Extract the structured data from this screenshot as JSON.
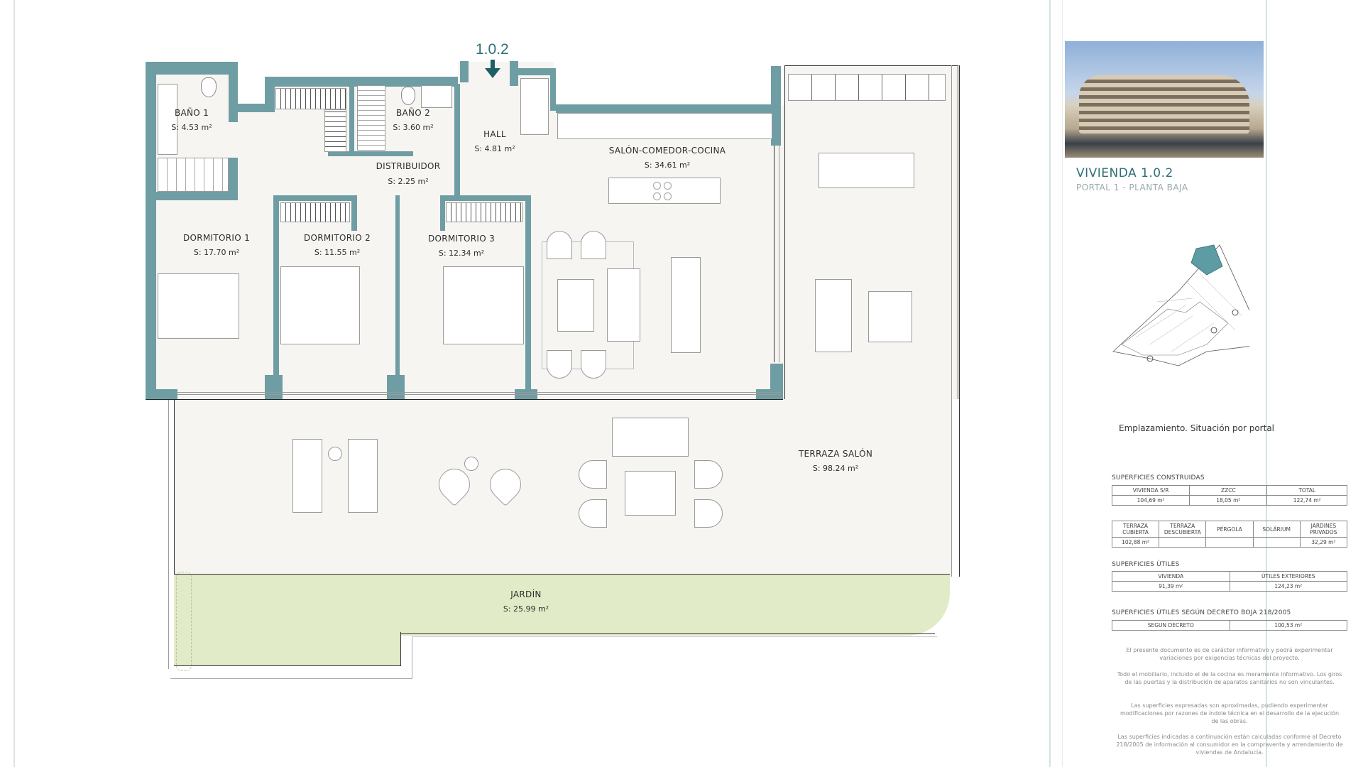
{
  "unit_marker": {
    "label": "1.0.2",
    "color": "#1f5f66"
  },
  "colors": {
    "wall": "#6e9ea3",
    "floor": "#f7f5f2",
    "garden": "#e2ebc7",
    "accent": "#2f6f77"
  },
  "rooms": [
    {
      "id": "bano1",
      "name": "BAÑO 1",
      "area": "S:  4.53  m²"
    },
    {
      "id": "bano2",
      "name": "BAÑO 2",
      "area": "S:  3.60  m²"
    },
    {
      "id": "hall",
      "name": "HALL",
      "area": "S:  4.81  m²"
    },
    {
      "id": "distribuidor",
      "name": "DISTRIBUIDOR",
      "area": "S:  2.25  m²"
    },
    {
      "id": "salon",
      "name": "SALÓN-COMEDOR-COCINA",
      "area": "S: 34.61  m²"
    },
    {
      "id": "dorm1",
      "name": "DORMITORIO 1",
      "area": "S: 17.70  m²"
    },
    {
      "id": "dorm2",
      "name": "DORMITORIO 2",
      "area": "S: 11.55  m²"
    },
    {
      "id": "dorm3",
      "name": "DORMITORIO 3",
      "area": "S: 12.34  m²"
    },
    {
      "id": "terraza",
      "name": "TERRAZA SALÓN",
      "area": "S: 98.24  m²"
    },
    {
      "id": "jardin",
      "name": "JARDÍN",
      "area": "S: 25.99  m²"
    }
  ],
  "panel": {
    "title": "VIVIENDA  1.0.2",
    "subtitle": "PORTAL 1 - PLANTA BAJA",
    "location_caption": "Emplazamiento. Situación por portal",
    "construidas": {
      "heading": "SUPERFICIES CONSTRUIDAS",
      "row1_headers": [
        "VIVIENDA S/R",
        "ZZCC",
        "TOTAL"
      ],
      "row1_values": [
        "104,69 m²",
        "18,05 m²",
        "122,74 m²"
      ],
      "row2_headers": [
        "TERRAZA CUBIERTA",
        "TERRAZA DESCUBIERTA",
        "PÉRGOLA",
        "SOLÁRIUM",
        "JARDINES PRIVADOS"
      ],
      "row2_values": [
        "102,88 m²",
        "",
        "",
        "",
        "32,29 m²"
      ]
    },
    "utiles": {
      "heading": "SUPERFICIES ÚTILES",
      "headers": [
        "VIVIENDA",
        "ÚTILES EXTERIORES"
      ],
      "values": [
        "91,39 m²",
        "124,23 m²"
      ]
    },
    "decreto": {
      "heading": "SUPERFICIES ÚTILES SEGÚN DECRETO BOJA 218/2005",
      "label": "SEGUN DECRETO",
      "value": "100,53 m²"
    },
    "disclaimers": [
      "El presente documento es de carácter informativo y podrá experimentar variaciones por exigencias técnicas del proyecto.",
      "Todo el mobiliario, incluido el de la cocina es meramente informativo. Los giros de las puertas y la distribución de aparatos sanitarios no son vinculantes.",
      "Las superficies expresadas son aproximadas, pudiendo experimentar modificaciones por razones de índole técnica en el desarrollo de la ejecución de las obras.",
      "Las superficies indicadas a continuación están calculadas conforme al Decreto 218/2005 de información al consumidor en la compraventa y arrendamiento de viviendas de Andalucía."
    ]
  }
}
